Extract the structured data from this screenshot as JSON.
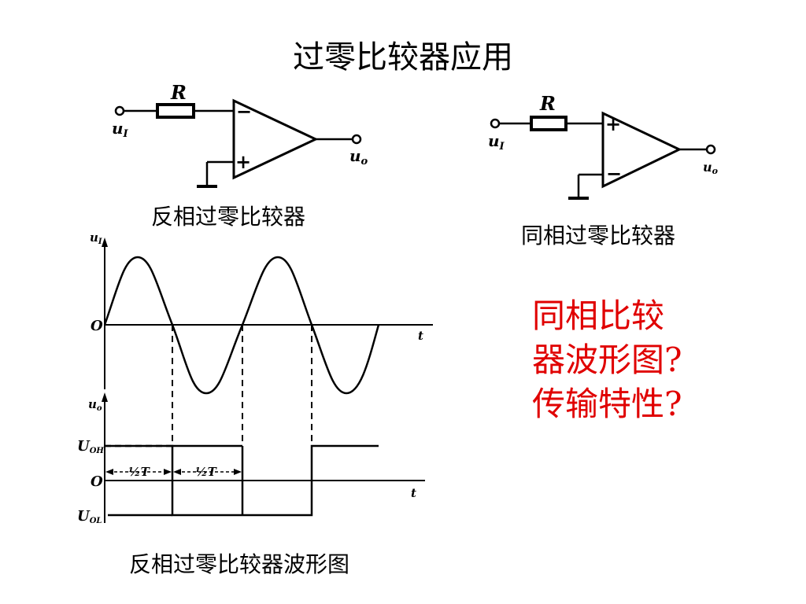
{
  "slide": {
    "title": "过零比较器应用",
    "caption_inverting": "反相过零比较器",
    "caption_noninverting": "同相过零比较器",
    "caption_waveform": "反相过零比较器波形图",
    "question_lines": [
      "同相比较",
      "器波形图?",
      "传输特性?"
    ],
    "question_color": "#e00000"
  },
  "circuit_inverting": {
    "resistor_label": "R",
    "input_label": "u",
    "input_sub": "I",
    "output_label": "u",
    "output_sub": "o",
    "top_sign": "−",
    "bottom_sign": "+"
  },
  "circuit_noninverting": {
    "resistor_label": "R",
    "input_label": "u",
    "input_sub": "I",
    "output_label": "u",
    "output_sub": "o",
    "top_sign": "+",
    "bottom_sign": "−"
  },
  "waveform": {
    "top_axis_label": "u",
    "top_axis_sub": "I",
    "origin_label": "O",
    "time_label": "t",
    "bottom_axis_label": "u",
    "bottom_axis_sub": "o",
    "high_label": "U",
    "high_sub": "OH",
    "low_label": "U",
    "low_sub": "OL",
    "half_period_1": "½T",
    "half_period_2": "½T"
  }
}
